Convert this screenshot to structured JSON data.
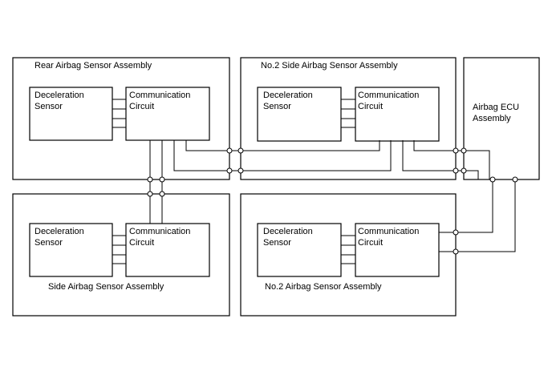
{
  "assemblies": {
    "rear": {
      "title": "Rear Airbag Sensor Assembly",
      "sensor": [
        "Deceleration",
        "Sensor"
      ],
      "circuit": [
        "Communication",
        "Circuit"
      ]
    },
    "no2_side": {
      "title": "No.2 Side Airbag Sensor Assembly",
      "sensor": [
        "Deceleration",
        "Sensor"
      ],
      "circuit": [
        "Communication",
        "Circuit"
      ]
    },
    "ecu": {
      "title": [
        "Airbag ECU",
        "Assembly"
      ]
    },
    "side": {
      "title": "Side Airbag Sensor Assembly",
      "sensor": [
        "Deceleration",
        "Sensor"
      ],
      "circuit": [
        "Communication",
        "Circuit"
      ]
    },
    "no2": {
      "title": "No.2 Airbag Sensor Assembly",
      "sensor": [
        "Deceleration",
        "Sensor"
      ],
      "circuit": [
        "Communication",
        "Circuit"
      ]
    }
  }
}
